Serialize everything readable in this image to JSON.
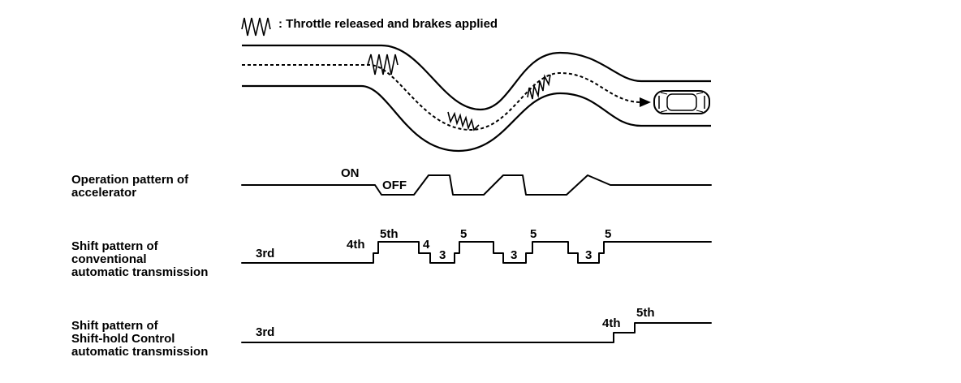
{
  "legend": {
    "icon": "zigzag-icon",
    "text": ": Throttle released and brakes applied"
  },
  "rows": {
    "accelerator": {
      "label_lines": [
        "Operation pattern of",
        "accelerator"
      ],
      "on_label": "ON",
      "off_label": "OFF"
    },
    "conventional": {
      "label_lines": [
        "Shift pattern of",
        "conventional",
        "automatic transmission"
      ],
      "gear_labels": [
        "3rd",
        "4th",
        "5th",
        "4",
        "3",
        "5",
        "3",
        "5",
        "3",
        "5"
      ]
    },
    "shift_hold": {
      "label_lines": [
        "Shift pattern of",
        "Shift-hold Control",
        "automatic transmission"
      ],
      "gear_labels": [
        "3rd",
        "4th",
        "5th"
      ]
    }
  },
  "icons": {
    "car": "car-icon",
    "zigzag": "zigzag-icon",
    "arrow": "arrow-head-icon"
  }
}
